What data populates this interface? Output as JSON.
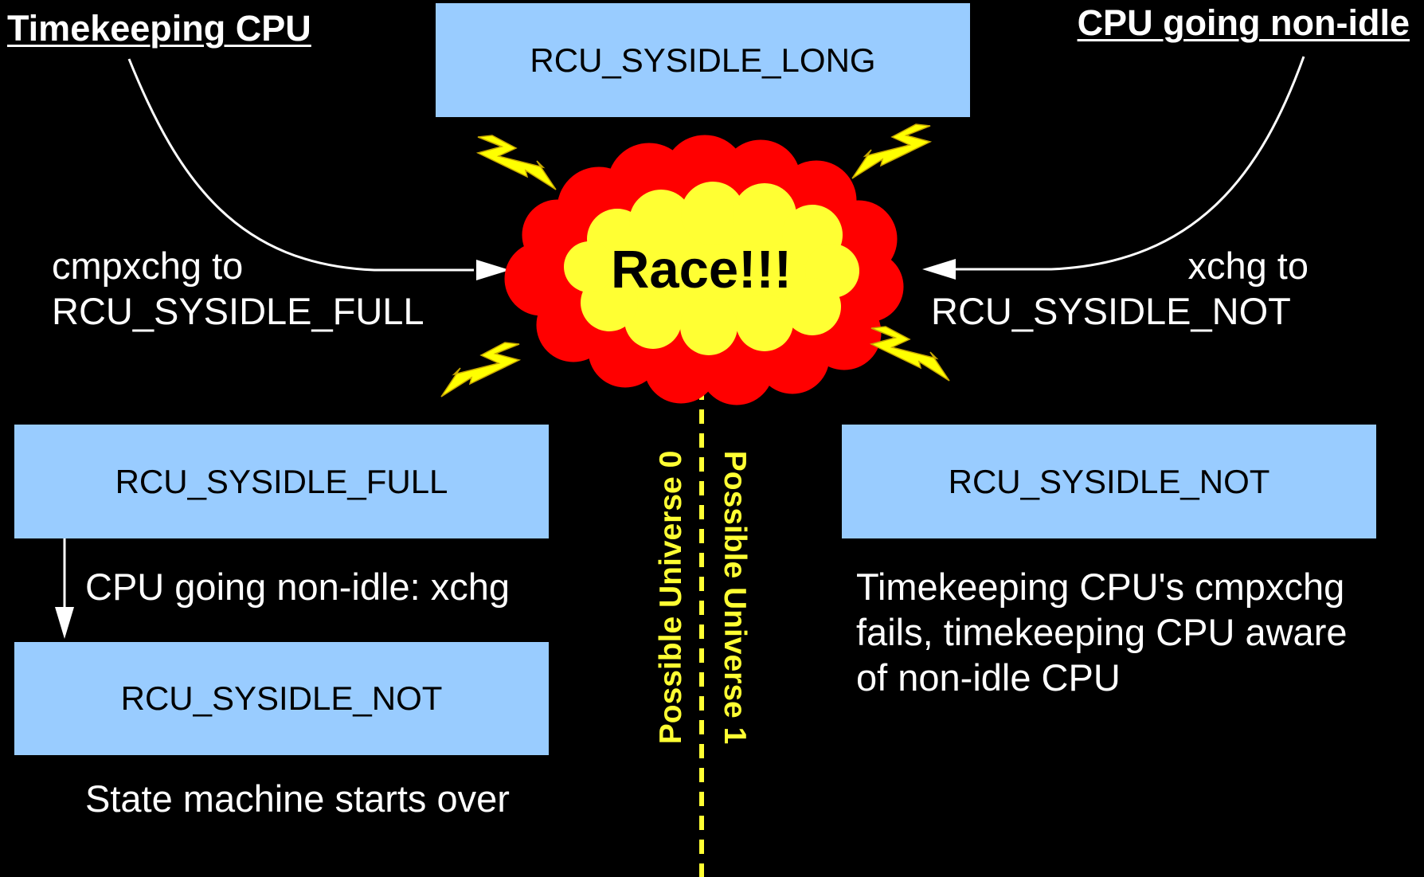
{
  "headings": {
    "timekeeping_cpu": "Timekeeping CPU",
    "cpu_going_non_idle": "CPU going non-idle"
  },
  "states": {
    "top": "RCU_SYSIDLE_LONG",
    "left_full": "RCU_SYSIDLE_FULL",
    "left_not": "RCU_SYSIDLE_NOT",
    "right_not": "RCU_SYSIDLE_NOT"
  },
  "actions": {
    "left_line1": "cmpxchg to",
    "left_line2": "RCU_SYSIDLE_FULL",
    "right_line1": "xchg to",
    "right_line2": "RCU_SYSIDLE_NOT"
  },
  "race_label": "Race!!!",
  "left_transition": "CPU going non-idle: xchg",
  "left_result": "State machine starts over",
  "right_result": {
    "line1": "Timekeeping CPU's cmpxchg",
    "line2": "fails, timekeeping CPU aware",
    "line3": "of non-idle CPU"
  },
  "universes": {
    "u0": "Possible Universe 0",
    "u1": "Possible Universe 1"
  },
  "colors": {
    "background": "#000000",
    "state_box": "#99ccff",
    "cloud_outer": "#ff0000",
    "cloud_inner": "#ffff33",
    "lightning": "#ffff00",
    "divider": "#ffff33"
  }
}
